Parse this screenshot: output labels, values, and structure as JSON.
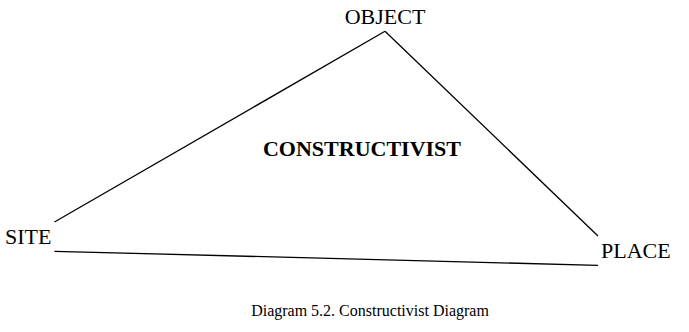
{
  "diagram": {
    "caption": "Diagram 5.2. Constructivist Diagram",
    "nodes": [
      {
        "text": [
          "OBJECT"
        ]
      },
      {
        "text": [
          "SITE"
        ]
      },
      {
        "text": [
          "PLACE"
        ]
      }
    ],
    "edges": [
      {
        "from": 0,
        "to": 1,
        "arrow": "none"
      },
      {
        "from": 0,
        "to": 2,
        "arrow": "none"
      },
      {
        "from": 1,
        "to": 2,
        "arrow": "none"
      }
    ],
    "labels": [
      "CONSTRUCTIVIST"
    ]
  }
}
